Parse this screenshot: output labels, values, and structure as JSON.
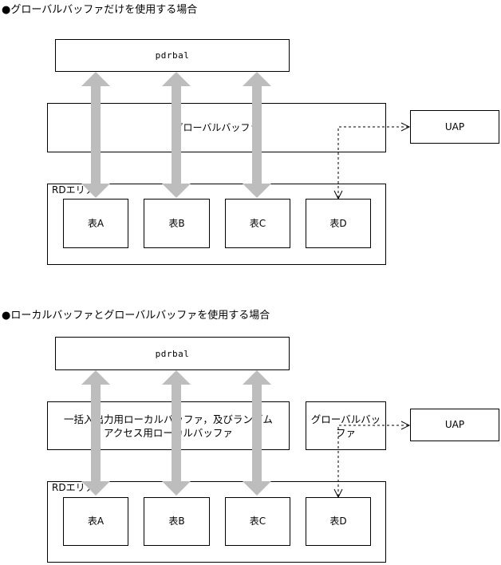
{
  "diagram1": {
    "heading": "●グローバルバッファだけを使用する場合",
    "pdrbal": "pdrbal",
    "buffer": "グローバルバッファ",
    "uap": "UAP",
    "area_label": "RDエリア",
    "tables": [
      "表A",
      "表B",
      "表C",
      "表D"
    ]
  },
  "diagram2": {
    "heading": "●ローカルバッファとグローバルバッファを使用する場合",
    "pdrbal": "pdrbal",
    "local_buffer_line1": "一括入出力用ローカルバッファ，及びランダム",
    "local_buffer_line2": "アクセス用ローカルバッファ",
    "global_buffer_line1": "グローバルバッ",
    "global_buffer_line2": "ファ",
    "uap": "UAP",
    "area_label": "RDエリア",
    "tables": [
      "表A",
      "表B",
      "表C",
      "表D"
    ]
  },
  "colors": {
    "arrow": "#bdbdbd",
    "line": "#000000"
  }
}
